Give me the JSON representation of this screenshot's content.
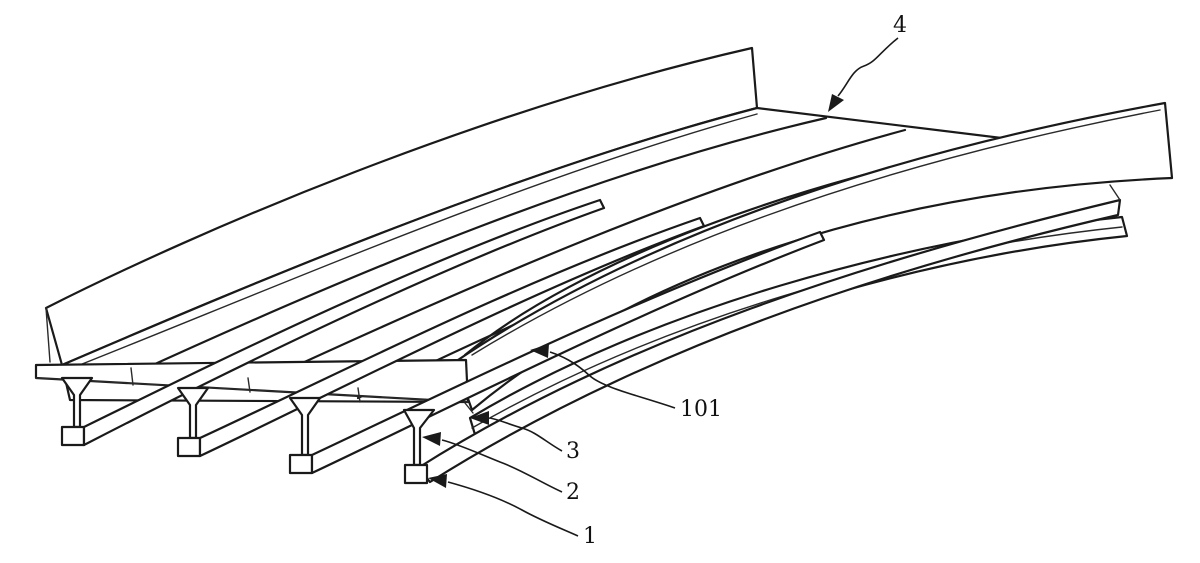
{
  "figure": {
    "labels": {
      "deck_surface": "4",
      "side_panel": "101",
      "deck_slab": "3",
      "web": "2",
      "bottom_flange": "1"
    }
  }
}
